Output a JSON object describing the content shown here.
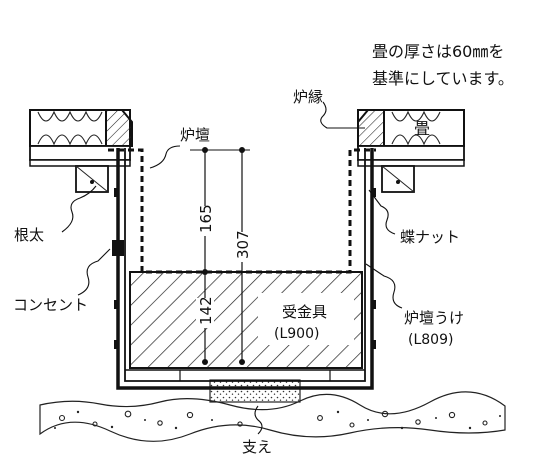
{
  "note": {
    "line1": "畳の厚さは60㎜を",
    "line2": "基準にしています。"
  },
  "labels": {
    "rohuchi": "炉縁",
    "tatami": "畳",
    "rodan": "炉壇",
    "neda": "根太",
    "chou_nut": "蝶ナット",
    "concent": "コンセント",
    "rodan_uke": "炉壇うけ",
    "rodan_uke_code": "(L809)",
    "ukekanagu": "受金具",
    "ukekanagu_code": "(L900)",
    "sasae": "支え"
  },
  "dimensions": {
    "d165": "165",
    "d307": "307",
    "d142": "142"
  }
}
